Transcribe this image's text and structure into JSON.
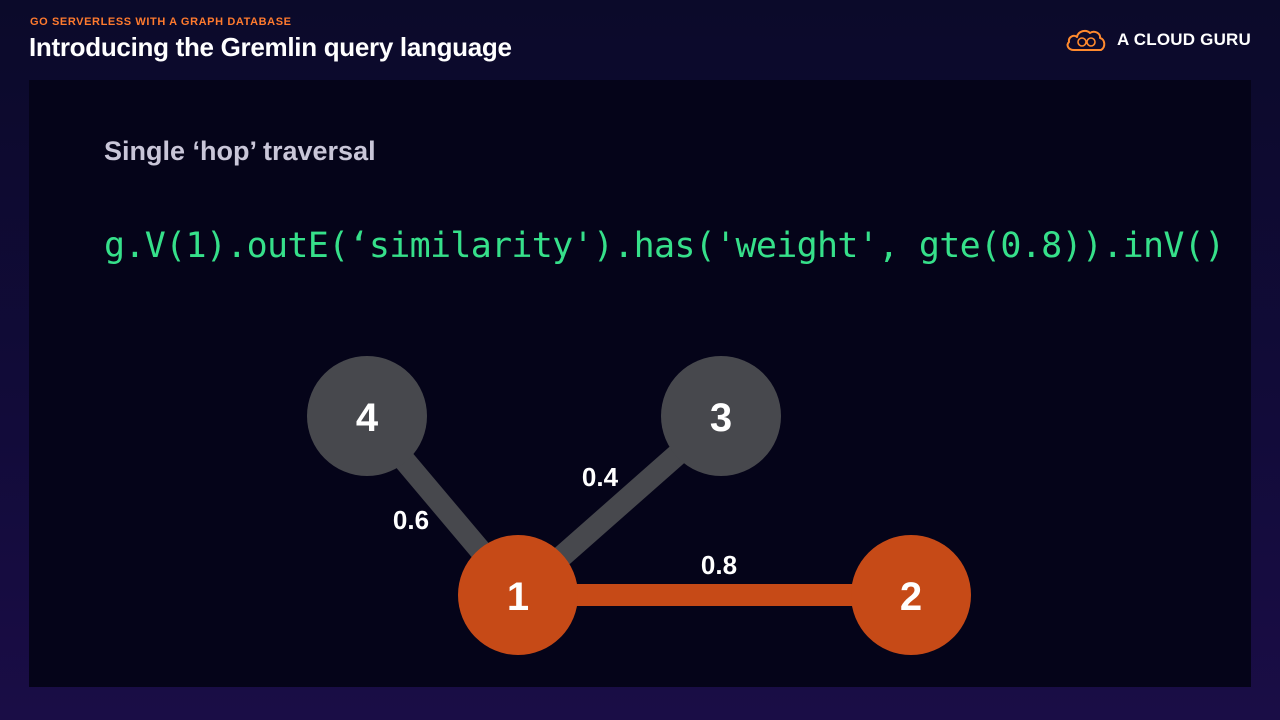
{
  "header": {
    "eyebrow": "GO SERVERLESS WITH A GRAPH DATABASE",
    "title": "Introducing the Gremlin query language"
  },
  "brand": {
    "name": "A CLOUD GURU",
    "icon": "cloud-logo-icon",
    "color": "#ff8a2e"
  },
  "slide": {
    "subtitle": "Single ‘hop’ traversal",
    "code": "g.V(1).outE(‘similarity').has('weight', gte(0.8)).inV()"
  },
  "graph": {
    "colors": {
      "highlight": "#c64a17",
      "inactive": "#47484d"
    },
    "nodes": [
      {
        "id": "1",
        "label": "1",
        "highlighted": true
      },
      {
        "id": "2",
        "label": "2",
        "highlighted": true
      },
      {
        "id": "3",
        "label": "3",
        "highlighted": false
      },
      {
        "id": "4",
        "label": "4",
        "highlighted": false
      }
    ],
    "edges": [
      {
        "from": "1",
        "to": "4",
        "weight": "0.6",
        "highlighted": false
      },
      {
        "from": "1",
        "to": "3",
        "weight": "0.4",
        "highlighted": false
      },
      {
        "from": "1",
        "to": "2",
        "weight": "0.8",
        "highlighted": true
      }
    ]
  }
}
